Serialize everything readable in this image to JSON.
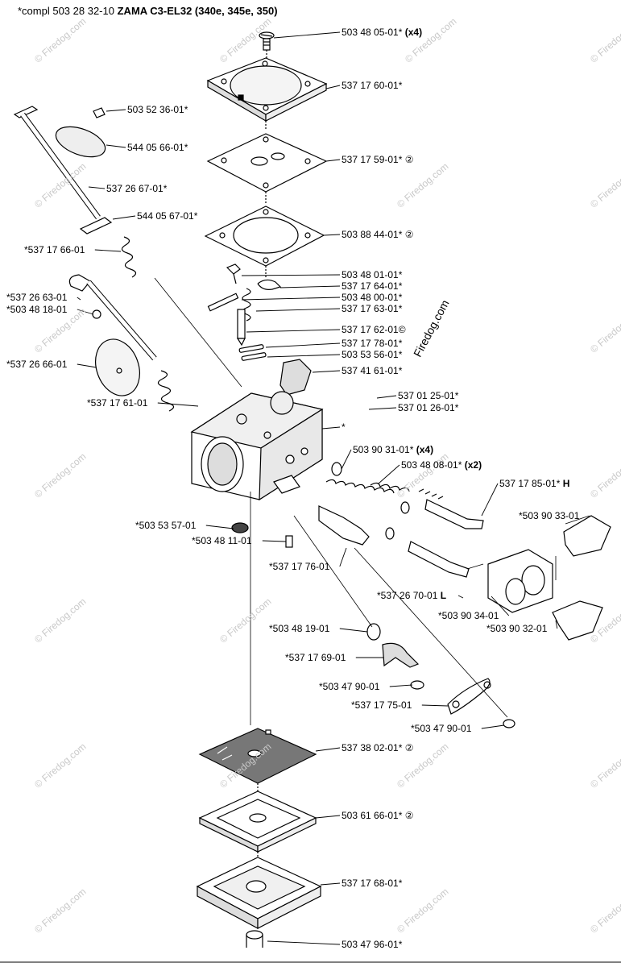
{
  "title": {
    "prefix": "*compl 503 28 32-10",
    "bold": "ZAMA C3-EL32 (340e, 345e, 350)"
  },
  "watermark": "© Firedog.com",
  "brand_text": "Firedog.com",
  "parts": [
    {
      "id": "p01",
      "text": "503 48 05-01*",
      "suffix": " (x4)"
    },
    {
      "id": "p02",
      "text": "537 17 60-01*",
      "suffix": ""
    },
    {
      "id": "p03",
      "text": "503 52 36-01*",
      "suffix": ""
    },
    {
      "id": "p04",
      "text": "544 05 66-01*",
      "suffix": ""
    },
    {
      "id": "p05",
      "text": "537 17 59-01* ②",
      "suffix": ""
    },
    {
      "id": "p06",
      "text": "537 26 67-01*",
      "suffix": ""
    },
    {
      "id": "p07",
      "text": "544 05 67-01*",
      "suffix": ""
    },
    {
      "id": "p08",
      "text": "503 88 44-01* ②",
      "suffix": ""
    },
    {
      "id": "p09",
      "text": "*537 17 66-01",
      "suffix": ""
    },
    {
      "id": "p10",
      "text": "503 48 01-01*",
      "suffix": ""
    },
    {
      "id": "p11",
      "text": "537 17 64-01*",
      "suffix": ""
    },
    {
      "id": "p12",
      "text": "*537 26 63-01",
      "suffix": ""
    },
    {
      "id": "p13",
      "text": "503 48 00-01*",
      "suffix": ""
    },
    {
      "id": "p14",
      "text": "*503 48 18-01",
      "suffix": ""
    },
    {
      "id": "p15",
      "text": "537 17 63-01*",
      "suffix": ""
    },
    {
      "id": "p16",
      "text": "537 17 62-01©",
      "suffix": ""
    },
    {
      "id": "p17",
      "text": "537 17 78-01*",
      "suffix": ""
    },
    {
      "id": "p18",
      "text": "*537 26 66-01",
      "suffix": ""
    },
    {
      "id": "p19",
      "text": "503 53 56-01*",
      "suffix": ""
    },
    {
      "id": "p20",
      "text": "537 41 61-01*",
      "suffix": ""
    },
    {
      "id": "p21",
      "text": "*537 17 61-01",
      "suffix": ""
    },
    {
      "id": "p22",
      "text": "537 01 25-01*",
      "suffix": ""
    },
    {
      "id": "p23",
      "text": "537 01 26-01*",
      "suffix": ""
    },
    {
      "id": "p24",
      "text": "*",
      "suffix": ""
    },
    {
      "id": "p25",
      "text": "503 90 31-01*",
      "suffix": " (x4)"
    },
    {
      "id": "p26",
      "text": "503 48 08-01*",
      "suffix": " (x2)"
    },
    {
      "id": "p27",
      "text": "537 17 85-01*",
      "suffix": " H"
    },
    {
      "id": "p28",
      "text": "*503 90 33-01",
      "suffix": ""
    },
    {
      "id": "p29",
      "text": "*503 53 57-01",
      "suffix": ""
    },
    {
      "id": "p30",
      "text": "*503 48 11-01",
      "suffix": ""
    },
    {
      "id": "p31",
      "text": "*537 17 76-01",
      "suffix": ""
    },
    {
      "id": "p32",
      "text": "*537 26 70-01",
      "suffix": " L"
    },
    {
      "id": "p33",
      "text": "*503 90 34-01",
      "suffix": ""
    },
    {
      "id": "p34",
      "text": "*503 90 32-01",
      "suffix": ""
    },
    {
      "id": "p35",
      "text": "*503 48 19-01",
      "suffix": ""
    },
    {
      "id": "p36",
      "text": "*537 17 69-01",
      "suffix": ""
    },
    {
      "id": "p37",
      "text": "*503 47 90-01",
      "suffix": ""
    },
    {
      "id": "p38",
      "text": "*537 17 75-01",
      "suffix": ""
    },
    {
      "id": "p39",
      "text": "*503 47 90-01",
      "suffix": ""
    },
    {
      "id": "p40",
      "text": "537 38 02-01* ②",
      "suffix": ""
    },
    {
      "id": "p41",
      "text": "503 61 66-01* ②",
      "suffix": ""
    },
    {
      "id": "p42",
      "text": "537 17 68-01*",
      "suffix": ""
    },
    {
      "id": "p43",
      "text": "503 47 96-01*",
      "suffix": ""
    }
  ]
}
